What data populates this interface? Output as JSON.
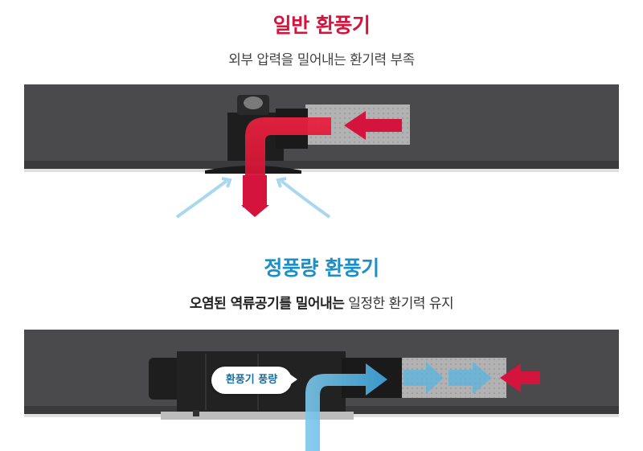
{
  "general": {
    "title": "일반 환풍기",
    "subtitle": "외부 압력을 밀어내는 환기력 부족"
  },
  "constant": {
    "title": "정풍량 환풍기",
    "subtitle_strong": "오염된 역류공기를 밀어내는",
    "subtitle_rest": " 일정한 환기력 유지",
    "bubble_label": "환풍기 풍량"
  },
  "colors": {
    "red_accent": "#d4143c",
    "blue_accent": "#1a8fc9",
    "duct": "#4a4a4c",
    "arrow_blue": "#5ab4e0"
  }
}
